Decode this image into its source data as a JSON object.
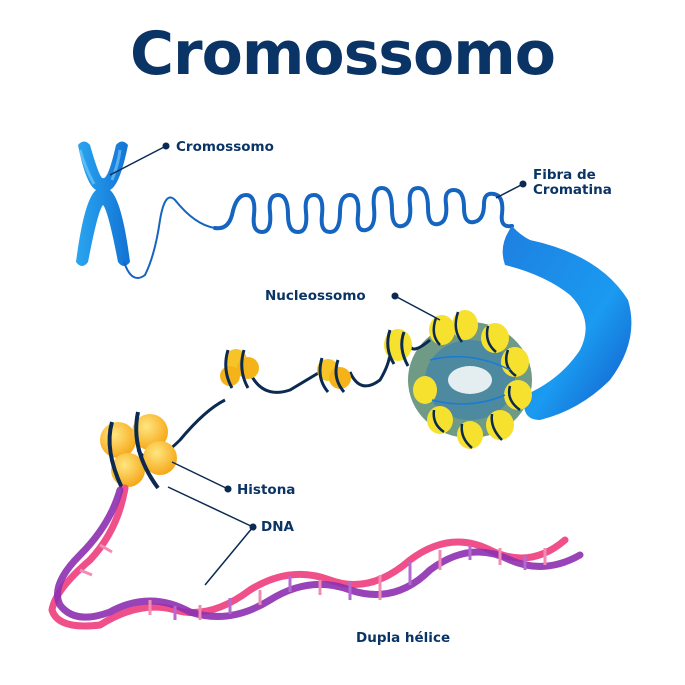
{
  "title": "Cromossomo",
  "colors": {
    "title": "#0b3466",
    "label": "#0b3466",
    "chromosome": "#1a8fe0",
    "chromatin_fiber": "#1565c0",
    "nucleosome_yellow": "#f7e12f",
    "histone_orange": "#f7b21e",
    "dna_wrap": "#0b2a52",
    "dna_pink": "#f0508a",
    "dna_purple": "#8e2fb0",
    "solenoid_green": "#7fa88a"
  },
  "labels": {
    "chromosome": "Cromossomo",
    "chromatin_fiber_line1": "Fibra de",
    "chromatin_fiber_line2": "Cromatina",
    "nucleosome": "Nucleossomo",
    "histone": "Histona",
    "dna": "DNA",
    "double_helix": "Dupla hélice"
  }
}
